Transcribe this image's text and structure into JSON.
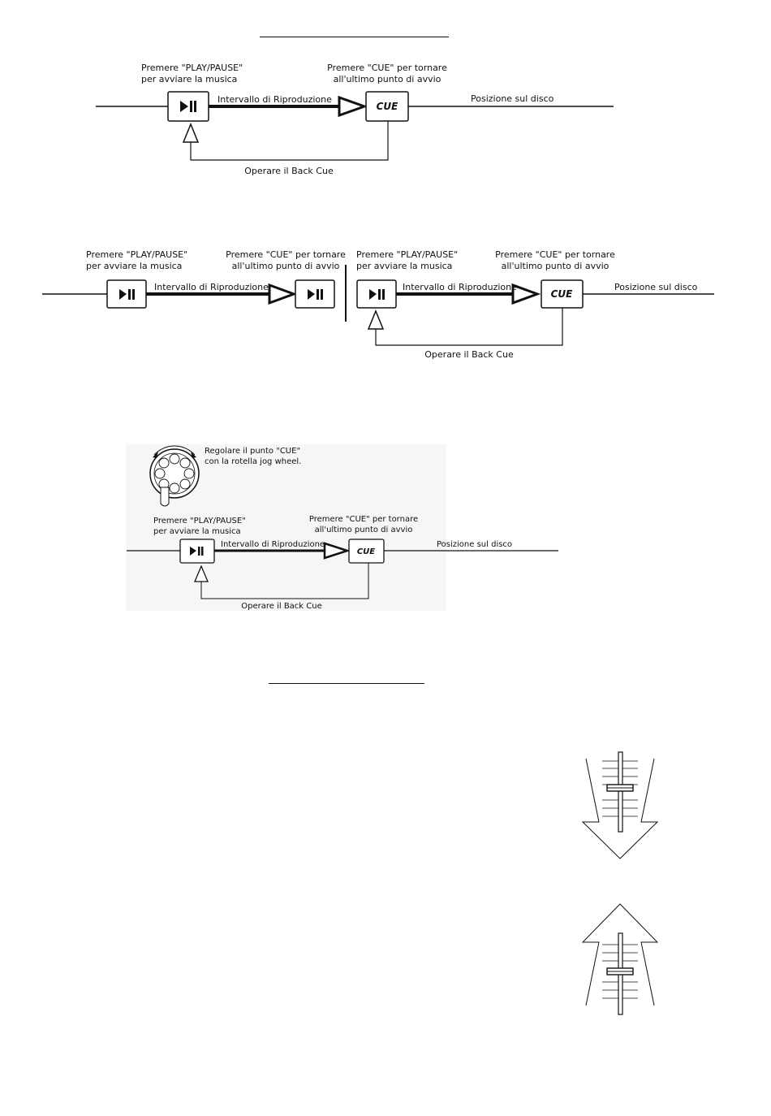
{
  "diagram1": {
    "label_play_1": "Premere \"PLAY/PAUSE\"",
    "label_play_2": "per avviare la musica",
    "label_cue_1": "Premere \"CUE\" per tornare",
    "label_cue_2": "all'ultimo punto di avvio",
    "interval": "Intervallo di Riproduzione",
    "position": "Posizione sul disco",
    "back_cue": "Operare il Back Cue",
    "cue_button": "CUE"
  },
  "diagram2": {
    "left": {
      "label_play_1": "Premere \"PLAY/PAUSE\"",
      "label_play_2": "per avviare la musica",
      "label_cue_1": "Premere \"CUE\" per tornare",
      "label_cue_2": "all'ultimo punto di avvio",
      "interval": "Intervallo di Riproduzione"
    },
    "right": {
      "label_play_1": "Premere \"PLAY/PAUSE\"",
      "label_play_2": "per avviare la musica",
      "label_cue_1": "Premere \"CUE\" per tornare",
      "label_cue_2": "all'ultimo punto di avvio",
      "interval": "Intervallo di Riproduzione",
      "position": "Posizione sul disco",
      "back_cue": "Operare il Back Cue",
      "cue_button": "CUE"
    }
  },
  "diagram3": {
    "jog_1": "Regolare il punto \"CUE\"",
    "jog_2": "con la rotella jog wheel.",
    "label_play_1": "Premere \"PLAY/PAUSE\"",
    "label_play_2": "per avviare la musica",
    "label_cue_1": "Premere \"CUE\" per tornare",
    "label_cue_2": "all'ultimo punto di avvio",
    "interval": "Intervallo di Riproduzione",
    "position": "Posizione sul disco",
    "back_cue": "Operare il Back Cue",
    "cue_button": "CUE"
  },
  "icons": {
    "play_pause": "play-pause-icon",
    "jog_wheel": "jog-wheel-icon",
    "fader_down": "fader-down-arrow-icon",
    "fader_up": "fader-up-arrow-icon"
  }
}
